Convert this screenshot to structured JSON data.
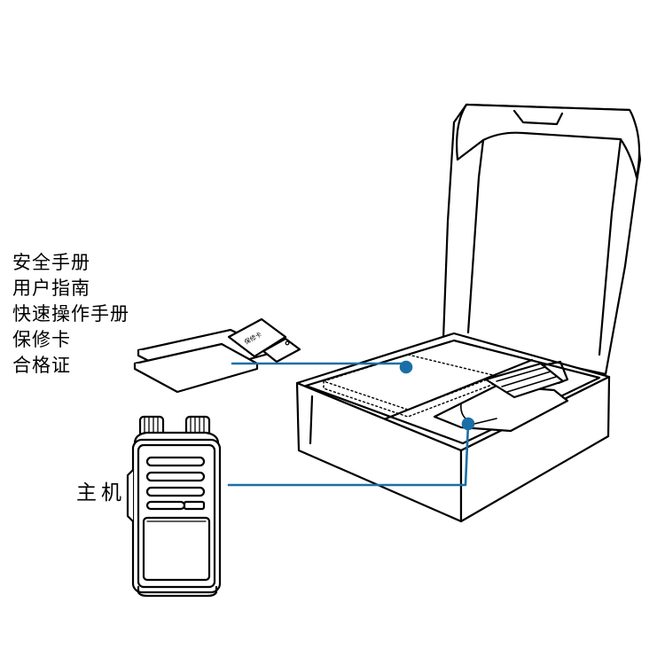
{
  "accessories": {
    "items": [
      "安全手册",
      "用户指南",
      "快速操作手册",
      "保修卡",
      "合格证"
    ]
  },
  "device": {
    "label": "主机"
  },
  "colors": {
    "line": "#000000",
    "callout": "#1a6fa6",
    "fill": "#ffffff"
  }
}
